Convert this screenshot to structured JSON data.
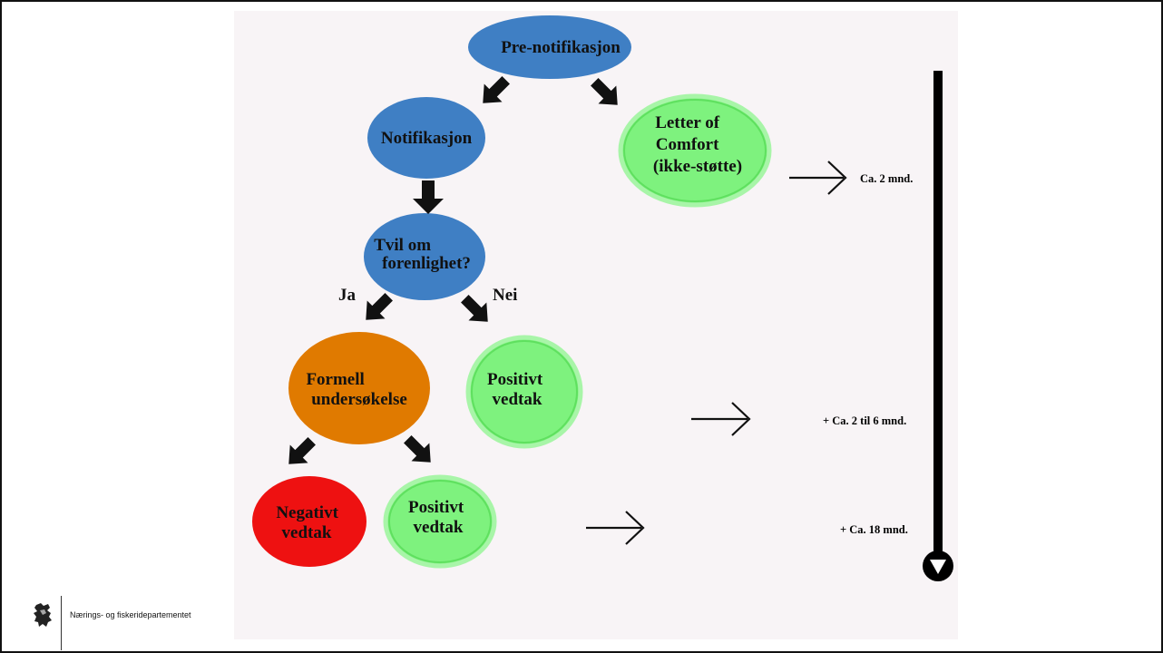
{
  "nodes": {
    "prenotifikasjon": {
      "lines": [
        "Pre-notifikasjon"
      ],
      "color": "#3f7fc4"
    },
    "notifikasjon": {
      "lines": [
        "Notifikasjon"
      ],
      "color": "#3f7fc4"
    },
    "letter_of_comfort": {
      "lines": [
        "Letter of",
        "Comfort",
        "(ikke-støtte)"
      ],
      "color": "#7ef27e"
    },
    "tvil": {
      "lines": [
        "Tvil om",
        "forenlighet?"
      ],
      "color": "#3f7fc4"
    },
    "formell": {
      "lines": [
        "Formell",
        "undersøkelse"
      ],
      "color": "#e07a00"
    },
    "positivt_1": {
      "lines": [
        "Positivt",
        "vedtak"
      ],
      "color": "#7ef27e"
    },
    "negativt": {
      "lines": [
        "Negativt",
        "vedtak"
      ],
      "color": "#ee1111"
    },
    "positivt_2": {
      "lines": [
        "Positivt",
        "vedtak"
      ],
      "color": "#7ef27e"
    }
  },
  "branches": {
    "ja": "Ja",
    "nei": "Nei"
  },
  "timeline": {
    "t1": "Ca. 2 mnd.",
    "t2": "+ Ca. 2 til 6 mnd.",
    "t3": "+ Ca. 18 mnd."
  },
  "footer": {
    "department": "Nærings- og fiskeridepartementet"
  },
  "colors": {
    "blue": "#3f7fc4",
    "green": "#7ef27e",
    "green_border": "#5fe05f",
    "orange": "#e07a00",
    "red": "#ee1111"
  }
}
